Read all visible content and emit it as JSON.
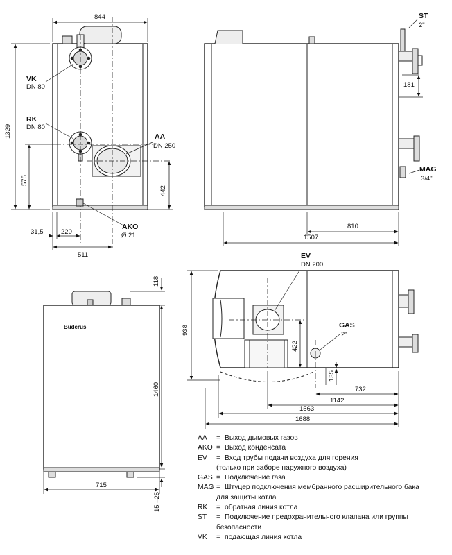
{
  "front_view": {
    "dims": {
      "width": "844",
      "height": "1329",
      "rk_height": "575",
      "offset": "31,5",
      "ako_offset": "220",
      "axis": "511"
    },
    "labels": {
      "vk": {
        "code": "VK",
        "size": "DN 80"
      },
      "rk": {
        "code": "RK",
        "size": "DN 80"
      },
      "aa": {
        "code": "AA",
        "size": "DN 250"
      },
      "ako": {
        "code": "AKO",
        "size": "Ø 21"
      }
    },
    "aa_height": "442"
  },
  "side_view": {
    "dims": {
      "st_offset": "181",
      "depth_810": "810",
      "depth_1507": "1507"
    },
    "labels": {
      "st": {
        "code": "ST",
        "size": "2\""
      },
      "mag": {
        "code": "MAG",
        "size": "3/4\""
      }
    }
  },
  "cladding_view": {
    "brand": "Buderus",
    "dims": {
      "top": "118",
      "height": "1460",
      "width": "715",
      "feet": "15 –25"
    }
  },
  "top_view": {
    "labels": {
      "ev": {
        "code": "EV",
        "size": "DN 200"
      },
      "gas": {
        "code": "GAS",
        "size": "2\""
      }
    },
    "dims": {
      "width_938": "938",
      "ev_422": "422",
      "gas_135": "135",
      "d732": "732",
      "d1142": "1142",
      "d1563": "1563",
      "d1688": "1688"
    }
  },
  "legend": [
    {
      "code": "AA",
      "text": "Выход дымовых газов",
      "cont": ""
    },
    {
      "code": "AKO",
      "text": "Выход конденсата",
      "cont": ""
    },
    {
      "code": "EV",
      "text": "Вход трубы подачи воздуха для горения",
      "cont": "(только при заборе наружного воздуха)"
    },
    {
      "code": "GAS",
      "text": "Подключение газа",
      "cont": ""
    },
    {
      "code": "MAG",
      "text": "Штуцер подключения мембранного расширительного бака",
      "cont": "для защиты котла"
    },
    {
      "code": "RK",
      "text": "обратная линия котла",
      "cont": ""
    },
    {
      "code": "ST",
      "text": "Подключение предохранительного клапана или группы",
      "cont": "безопасности"
    },
    {
      "code": "VK",
      "text": "подающая линия котла",
      "cont": ""
    }
  ],
  "legend_sep": "="
}
